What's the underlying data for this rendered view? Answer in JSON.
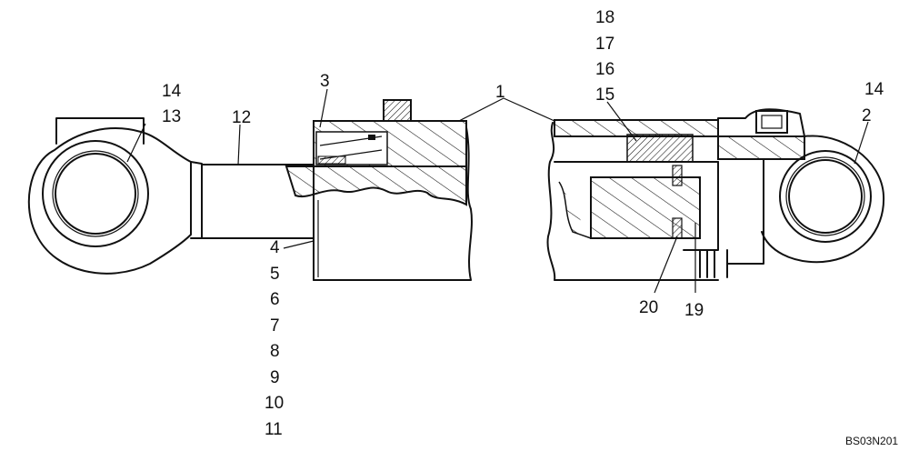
{
  "drawing_code": "BS03N201",
  "callouts": [
    {
      "id": "c1",
      "text": "1"
    },
    {
      "id": "c2",
      "text": "2"
    },
    {
      "id": "c3",
      "text": "3"
    },
    {
      "id": "c4",
      "text": "4"
    },
    {
      "id": "c5",
      "text": "5"
    },
    {
      "id": "c6",
      "text": "6"
    },
    {
      "id": "c7",
      "text": "7"
    },
    {
      "id": "c8",
      "text": "8"
    },
    {
      "id": "c9",
      "text": "9"
    },
    {
      "id": "c10",
      "text": "10"
    },
    {
      "id": "c11",
      "text": "11"
    },
    {
      "id": "c12",
      "text": "12"
    },
    {
      "id": "c13",
      "text": "13"
    },
    {
      "id": "c14a",
      "text": "14"
    },
    {
      "id": "c14b",
      "text": "14"
    },
    {
      "id": "c15",
      "text": "15"
    },
    {
      "id": "c16",
      "text": "16"
    },
    {
      "id": "c17",
      "text": "17"
    },
    {
      "id": "c18",
      "text": "18"
    },
    {
      "id": "c19",
      "text": "19"
    },
    {
      "id": "c20",
      "text": "20"
    }
  ]
}
